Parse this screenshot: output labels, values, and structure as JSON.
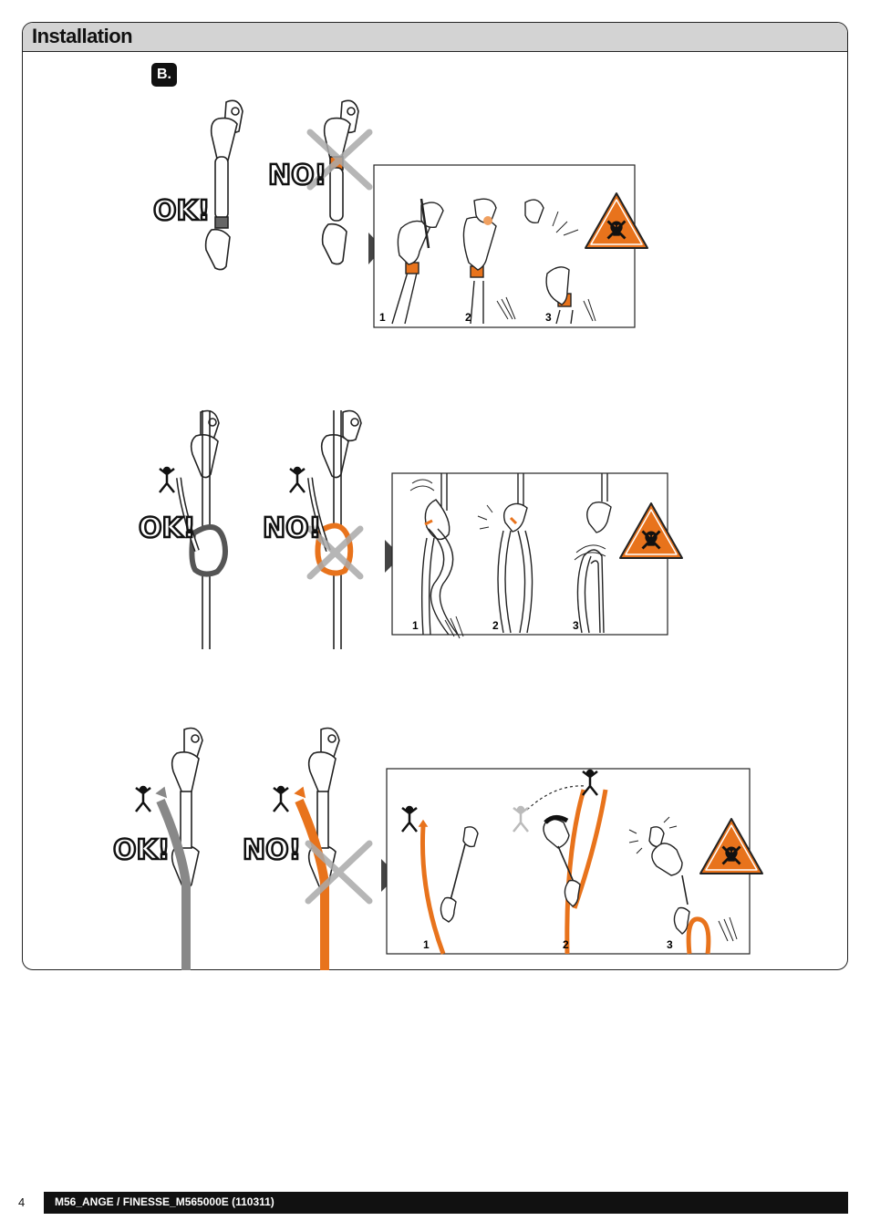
{
  "header": {
    "title": "Installation"
  },
  "section": {
    "badge": "B."
  },
  "labels": {
    "ok": "OK!",
    "no": "NO!"
  },
  "rows": [
    {
      "name": "sling-orientation",
      "panel_numbers": [
        "1",
        "2",
        "3"
      ]
    },
    {
      "name": "rope-orientation",
      "panel_numbers": [
        "1",
        "2",
        "3"
      ]
    },
    {
      "name": "rope-direction",
      "panel_numbers": [
        "1",
        "2",
        "3"
      ]
    }
  ],
  "footer": {
    "page_number": "4",
    "doc_ref": "M56_ANGE / FINESSE_M565000E (110311)"
  },
  "colors": {
    "accent": "#e8731c",
    "danger_fill": "#e8731c",
    "frame": "#222222",
    "header_bg": "#d3d3d3"
  },
  "icons": [
    "warning-skull-icon",
    "climber-icon",
    "arrow-right-icon",
    "cross-mark-icon",
    "carabiner-icon",
    "hanger-icon"
  ]
}
